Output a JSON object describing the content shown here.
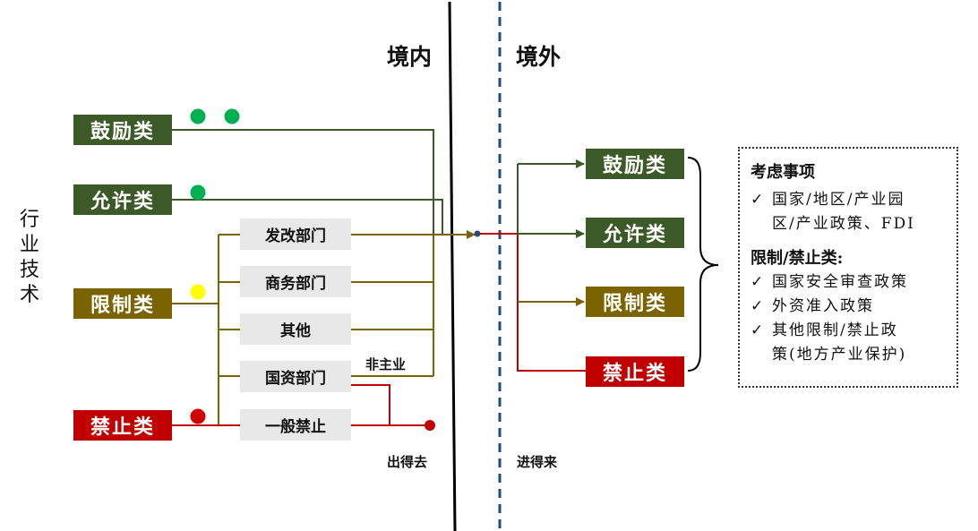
{
  "header": {
    "domestic": "境内",
    "overseas": "境外"
  },
  "side_label": [
    "行",
    "业",
    "技",
    "术"
  ],
  "left_categories": {
    "encourage": "鼓励类",
    "permit": "允许类",
    "restrict": "限制类",
    "prohibit": "禁止类"
  },
  "departments": {
    "ndrc": "发改部门",
    "commerce": "商务部门",
    "other": "其他",
    "sasac": "国资部门",
    "general_prohibit": "一般禁止"
  },
  "labels": {
    "non_main_business": "非主业",
    "outbound": "出得去",
    "inbound": "进得来"
  },
  "right_categories": {
    "encourage": "鼓励类",
    "permit": "允许类",
    "restrict": "限制类",
    "prohibit": "禁止类"
  },
  "notes": {
    "title": "考虑事项",
    "item1_line1": "国家/地区/产业园",
    "item1_line2": "区/产业政策、FDI",
    "section2_title": "限制/禁止类:",
    "item2": "国家安全审查政策",
    "item3": "外资准入政策",
    "item4_line1": "其他限制/禁止政",
    "item4_line2": "策(地方产业保护)",
    "check": "✓"
  },
  "colors": {
    "encourage": "#3c5a28",
    "permit": "#3c5a28",
    "restrict": "#7b6400",
    "prohibit": "#c00000",
    "dot_green": "#00b050",
    "dot_yellow": "#ffff00",
    "dot_red": "#d00000",
    "divider_solid": "#000000",
    "divider_dashed": "#1f4e79"
  }
}
